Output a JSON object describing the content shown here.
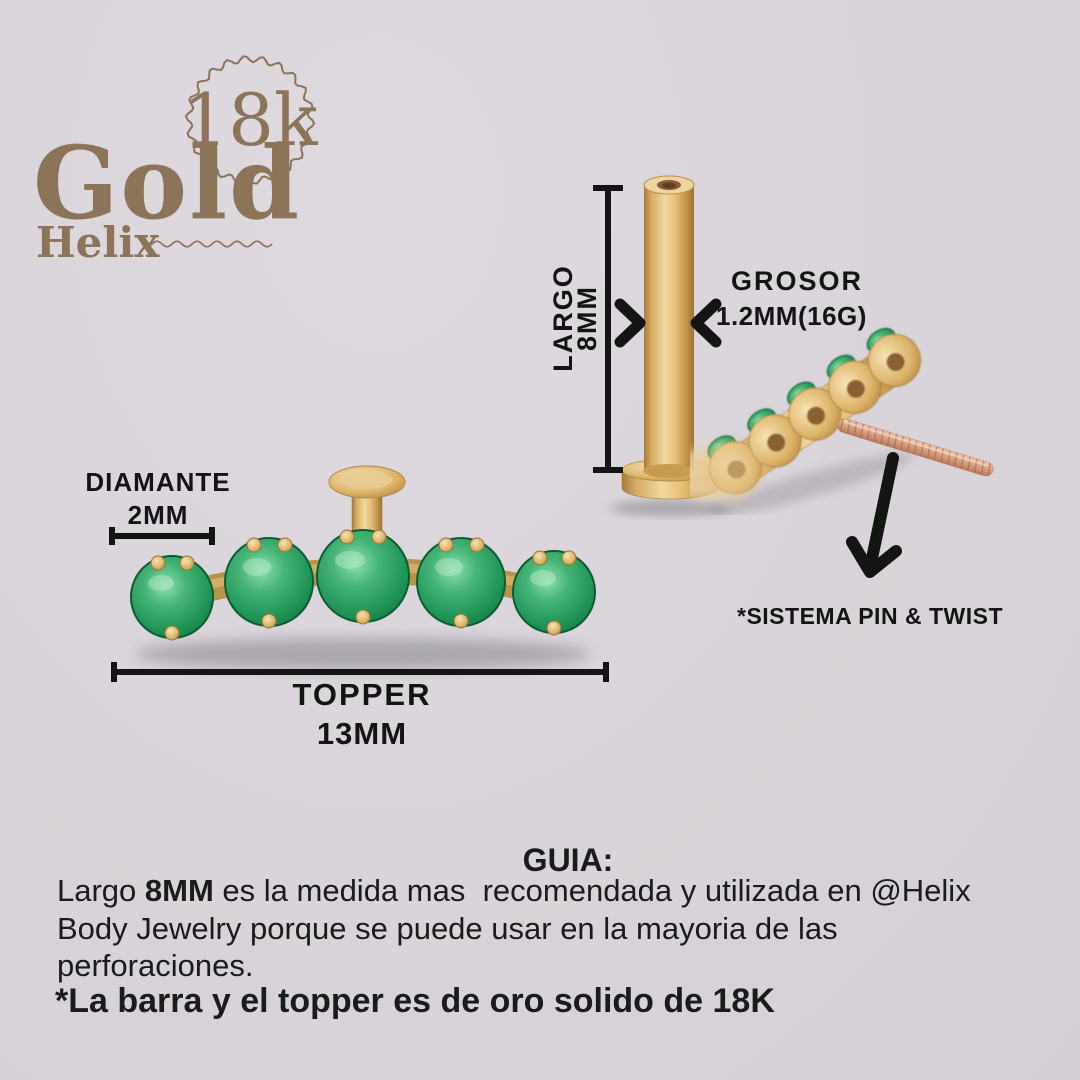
{
  "page": {
    "background": "#d8d4d9",
    "type": "jewelry size-guide infographic"
  },
  "logo": {
    "karat_badge": "18k",
    "brand": "Gold",
    "sub_brand": "Helix",
    "brand_color": "#8c7459"
  },
  "barbell_annotations": {
    "length_label_line1": "LARGO",
    "length_label_line2": "8MM",
    "thickness_label": "GROSOR",
    "thickness_value": "1.2MM(16G)"
  },
  "topper_annotations": {
    "diamond_label": "DIAMANTE",
    "diamond_value": "2MM",
    "topper_label": "TOPPER",
    "topper_value": "13MM"
  },
  "system_note": "*SISTEMA PIN & TWIST",
  "guia": {
    "title": "GUIA:",
    "line1_pre": "Largo ",
    "line1_bold": "8MM",
    "line1_rest": " es la medida mas  recomendada y utilizada en @Helix",
    "line2": "Body Jewelry porque se puede usar en la mayoria de las",
    "line3": "perforaciones.",
    "note": "*La barra y el topper es de oro solido de 18K"
  },
  "colors": {
    "background": "#d8d4d9",
    "brand_brown": "#8c7459",
    "annotation_black": "#141414",
    "gold_light": "#f3d89e",
    "gold_mid": "#d6ac63",
    "gold_dark": "#9c732f",
    "emerald": "#1f9356",
    "emerald_dark": "#0d6b3a",
    "rose_gold_pin": "#dca184"
  }
}
